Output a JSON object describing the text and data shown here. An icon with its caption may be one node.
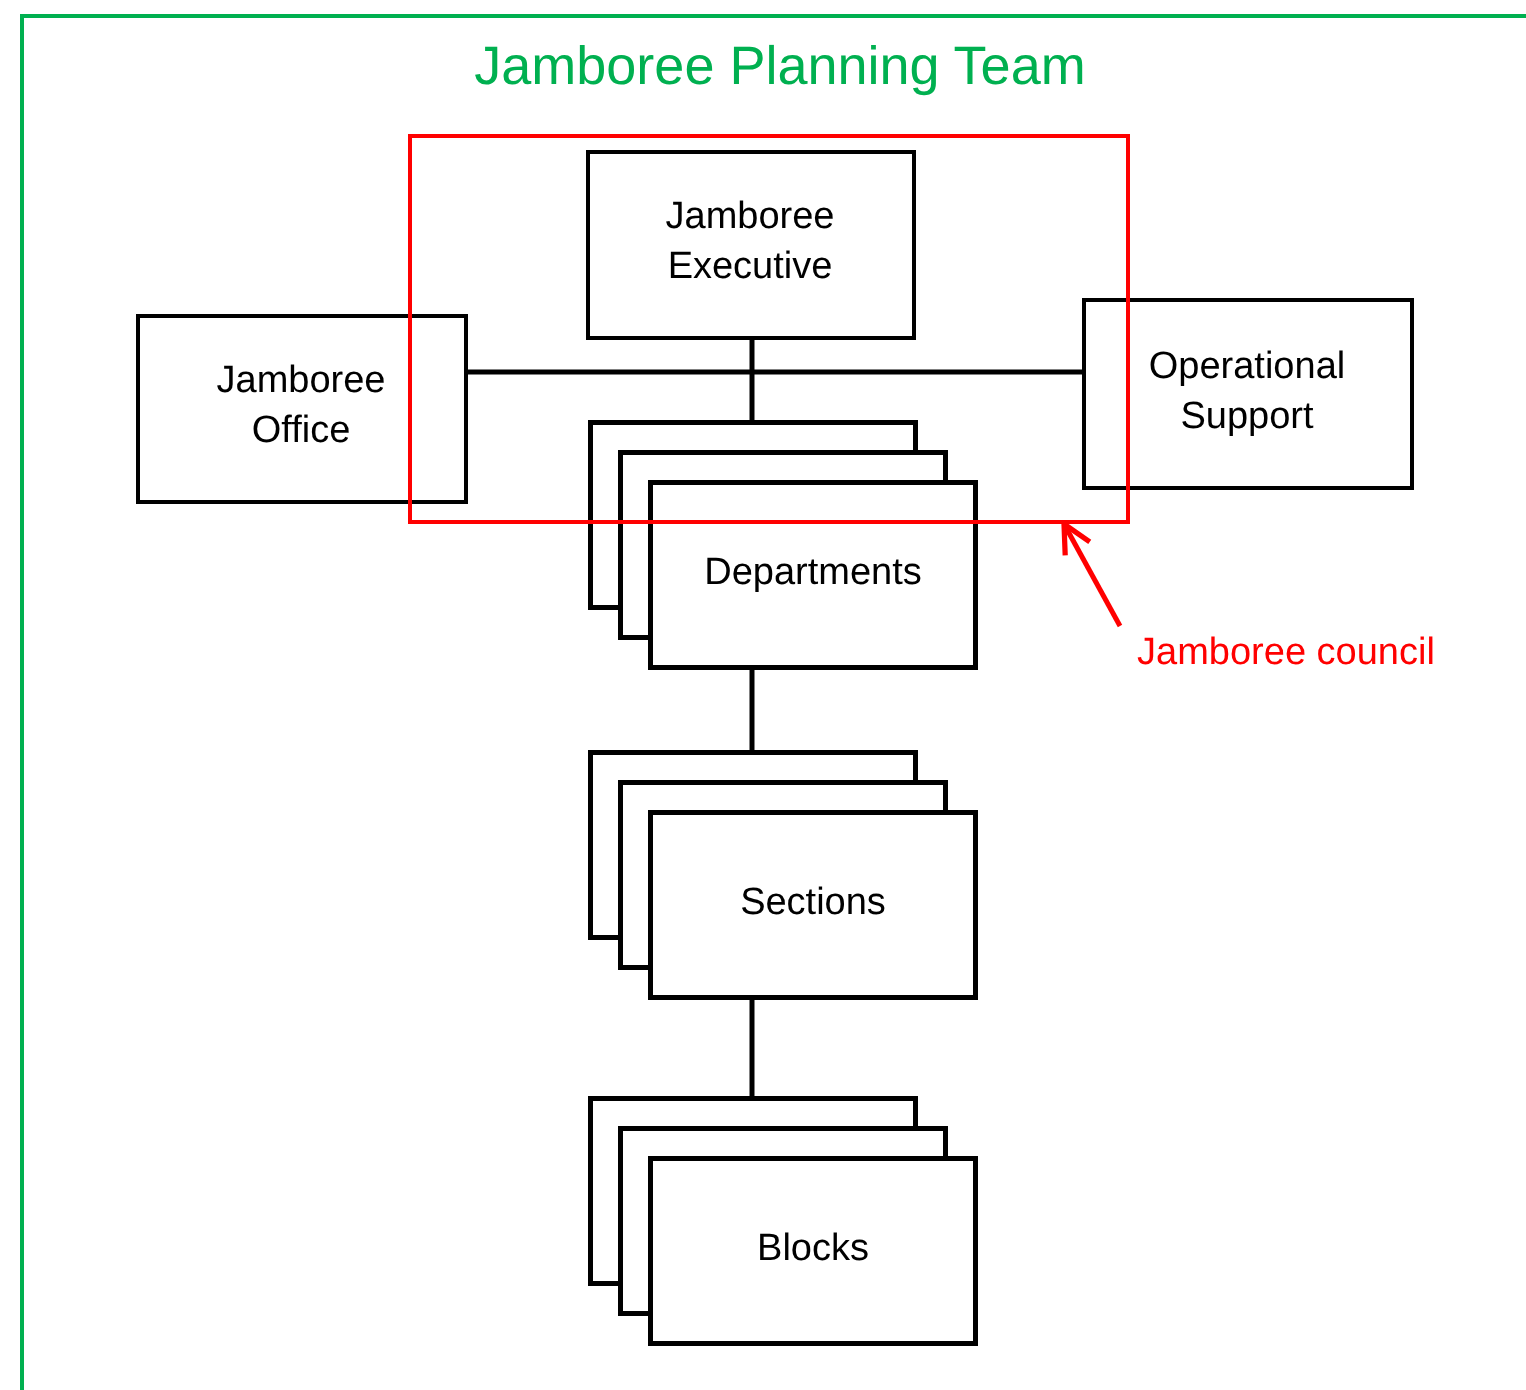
{
  "diagram": {
    "nodes": [
      {
        "text": [
          "Jamboree Planning Team"
        ]
      },
      {
        "text": [],
        "shape": "box",
        "in": 0
      },
      {
        "text": [
          "Jamboree Executive"
        ],
        "in": 1
      },
      {
        "text": [
          "Jamboree Office"
        ],
        "in": 0
      },
      {
        "text": [
          "Operational Support"
        ],
        "in": 0
      },
      {
        "text": [
          "Departments"
        ],
        "in": 0
      },
      {
        "text": [
          "Jamboree council"
        ],
        "in": 0
      },
      {
        "text": [
          "Sections"
        ],
        "in": 0
      },
      {
        "text": [
          "Blocks"
        ],
        "in": 0
      }
    ],
    "edges": [
      {
        "from": 3,
        "to": 4,
        "arrow": "none"
      },
      {
        "from": 2,
        "to": 5,
        "arrow": "none"
      },
      {
        "from": 5,
        "to": 7,
        "arrow": "none"
      },
      {
        "from": 7,
        "to": 8,
        "arrow": "none"
      },
      {
        "from": 6,
        "to": 1,
        "arrow": "to",
        "color": "#ff0000"
      }
    ]
  }
}
